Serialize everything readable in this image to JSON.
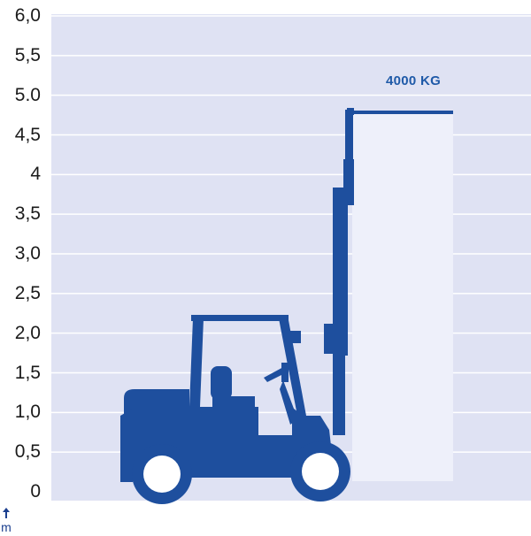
{
  "yaxis": {
    "unit": "m",
    "ticks": [
      "0",
      "0,5",
      "1,0",
      "1,5",
      "2,0",
      "2,5",
      "3,0",
      "3,5",
      "4",
      "4,5",
      "5.0",
      "5,5",
      "6,0"
    ]
  },
  "load": {
    "label": "4000 KG",
    "lift_height_m": 4.8
  },
  "colors": {
    "background": "#dfe2f3",
    "gridline": "#ffffff",
    "forklift": "#1e4f9e",
    "load_area": "#eef0fa",
    "label": "#1f5aa8"
  }
}
